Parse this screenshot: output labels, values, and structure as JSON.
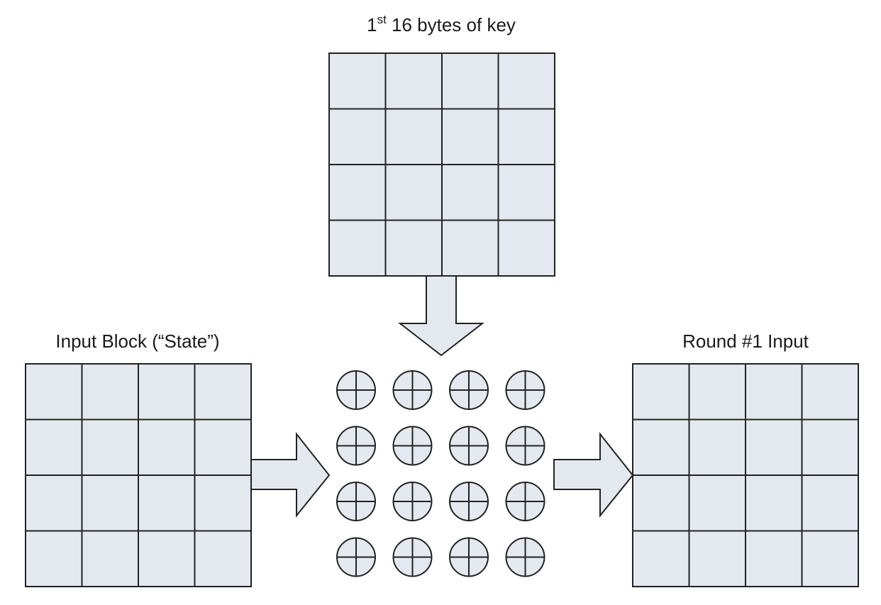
{
  "labels": {
    "key_sup_main": "1",
    "key_sup": "st",
    "key_rest": " 16 bytes of key",
    "state": "Input Block (“State”)",
    "output": "Round #1 Input"
  },
  "colors": {
    "cell_fill": "#e4e9f0",
    "stroke": "#222222"
  },
  "grids": {
    "key": {
      "rows": 4,
      "cols": 4
    },
    "state": {
      "rows": 4,
      "cols": 4
    },
    "xor": {
      "rows": 4,
      "cols": 4
    },
    "output": {
      "rows": 4,
      "cols": 4
    }
  },
  "icons": {
    "xor_operator": "circled-plus-icon",
    "arrow": "block-arrow-icon"
  }
}
